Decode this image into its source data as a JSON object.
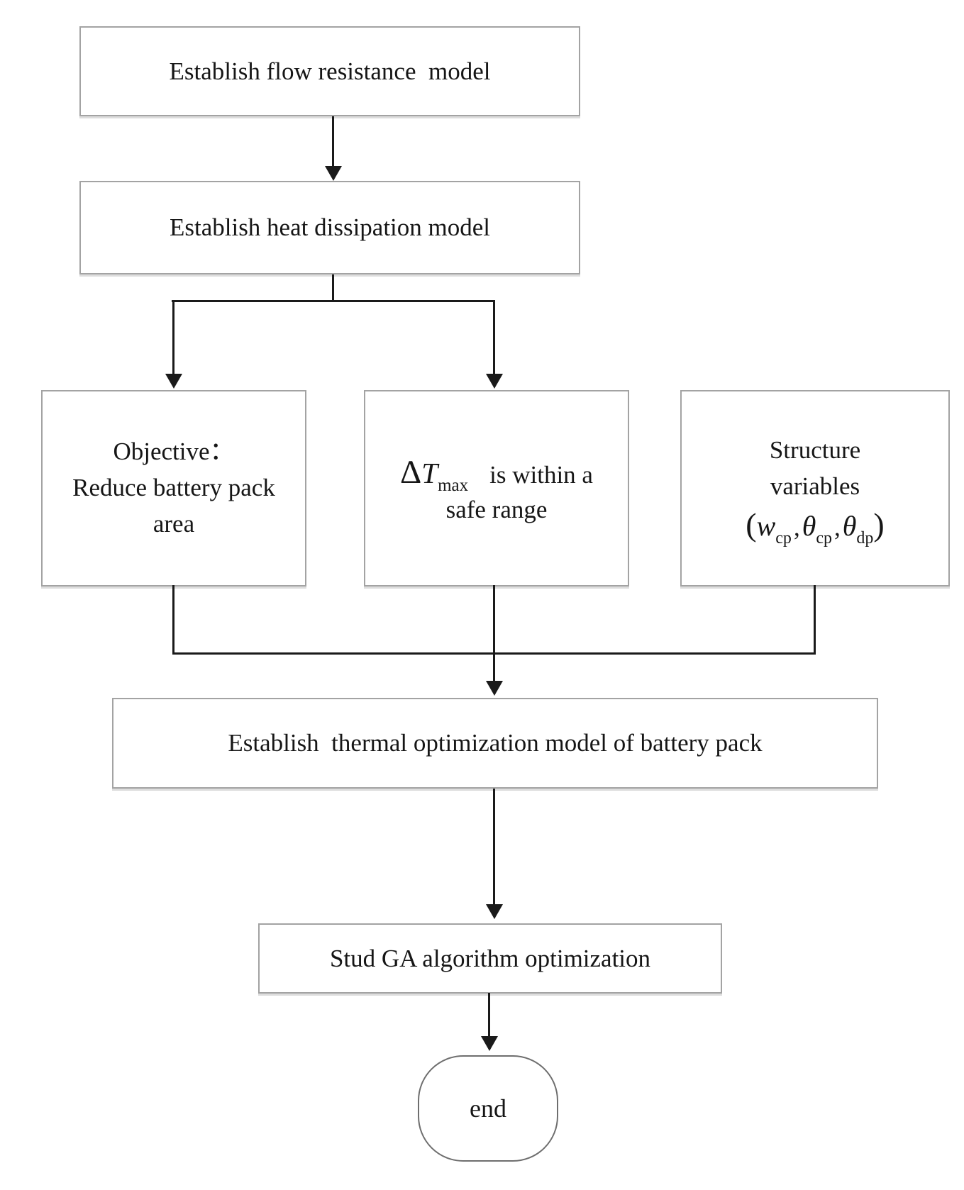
{
  "nodes": {
    "flow_resistance": {
      "label": "Establish flow resistance  model"
    },
    "heat_dissipation": {
      "label": "Establish heat dissipation model"
    },
    "objective": {
      "line1": "Objective：",
      "line2": "Reduce battery pack",
      "line3": "area"
    },
    "delta_t": {
      "delta": "Δ",
      "var": "T",
      "sub": "max",
      "text1": "is within a",
      "text2": "safe range"
    },
    "structure": {
      "line1": "Structure",
      "line2": "variables",
      "paren_open": "(",
      "var_w": "w",
      "sub_w": "cp",
      "comma1": ",",
      "var_theta1": "θ",
      "sub_theta1": "cp",
      "comma2": ",",
      "var_theta2": "θ",
      "sub_theta2": "dp",
      "paren_close": ")"
    },
    "thermal_opt": {
      "label": "Establish  thermal optimization model of battery pack"
    },
    "stud_ga": {
      "label": "Stud GA algorithm optimization"
    },
    "end": {
      "label": "end"
    }
  },
  "colors": {
    "connector": "#1a1a1a",
    "box_border": "#a3a3a3",
    "end_border": "#6e6e6e",
    "text": "#161616",
    "background": "#ffffff"
  }
}
